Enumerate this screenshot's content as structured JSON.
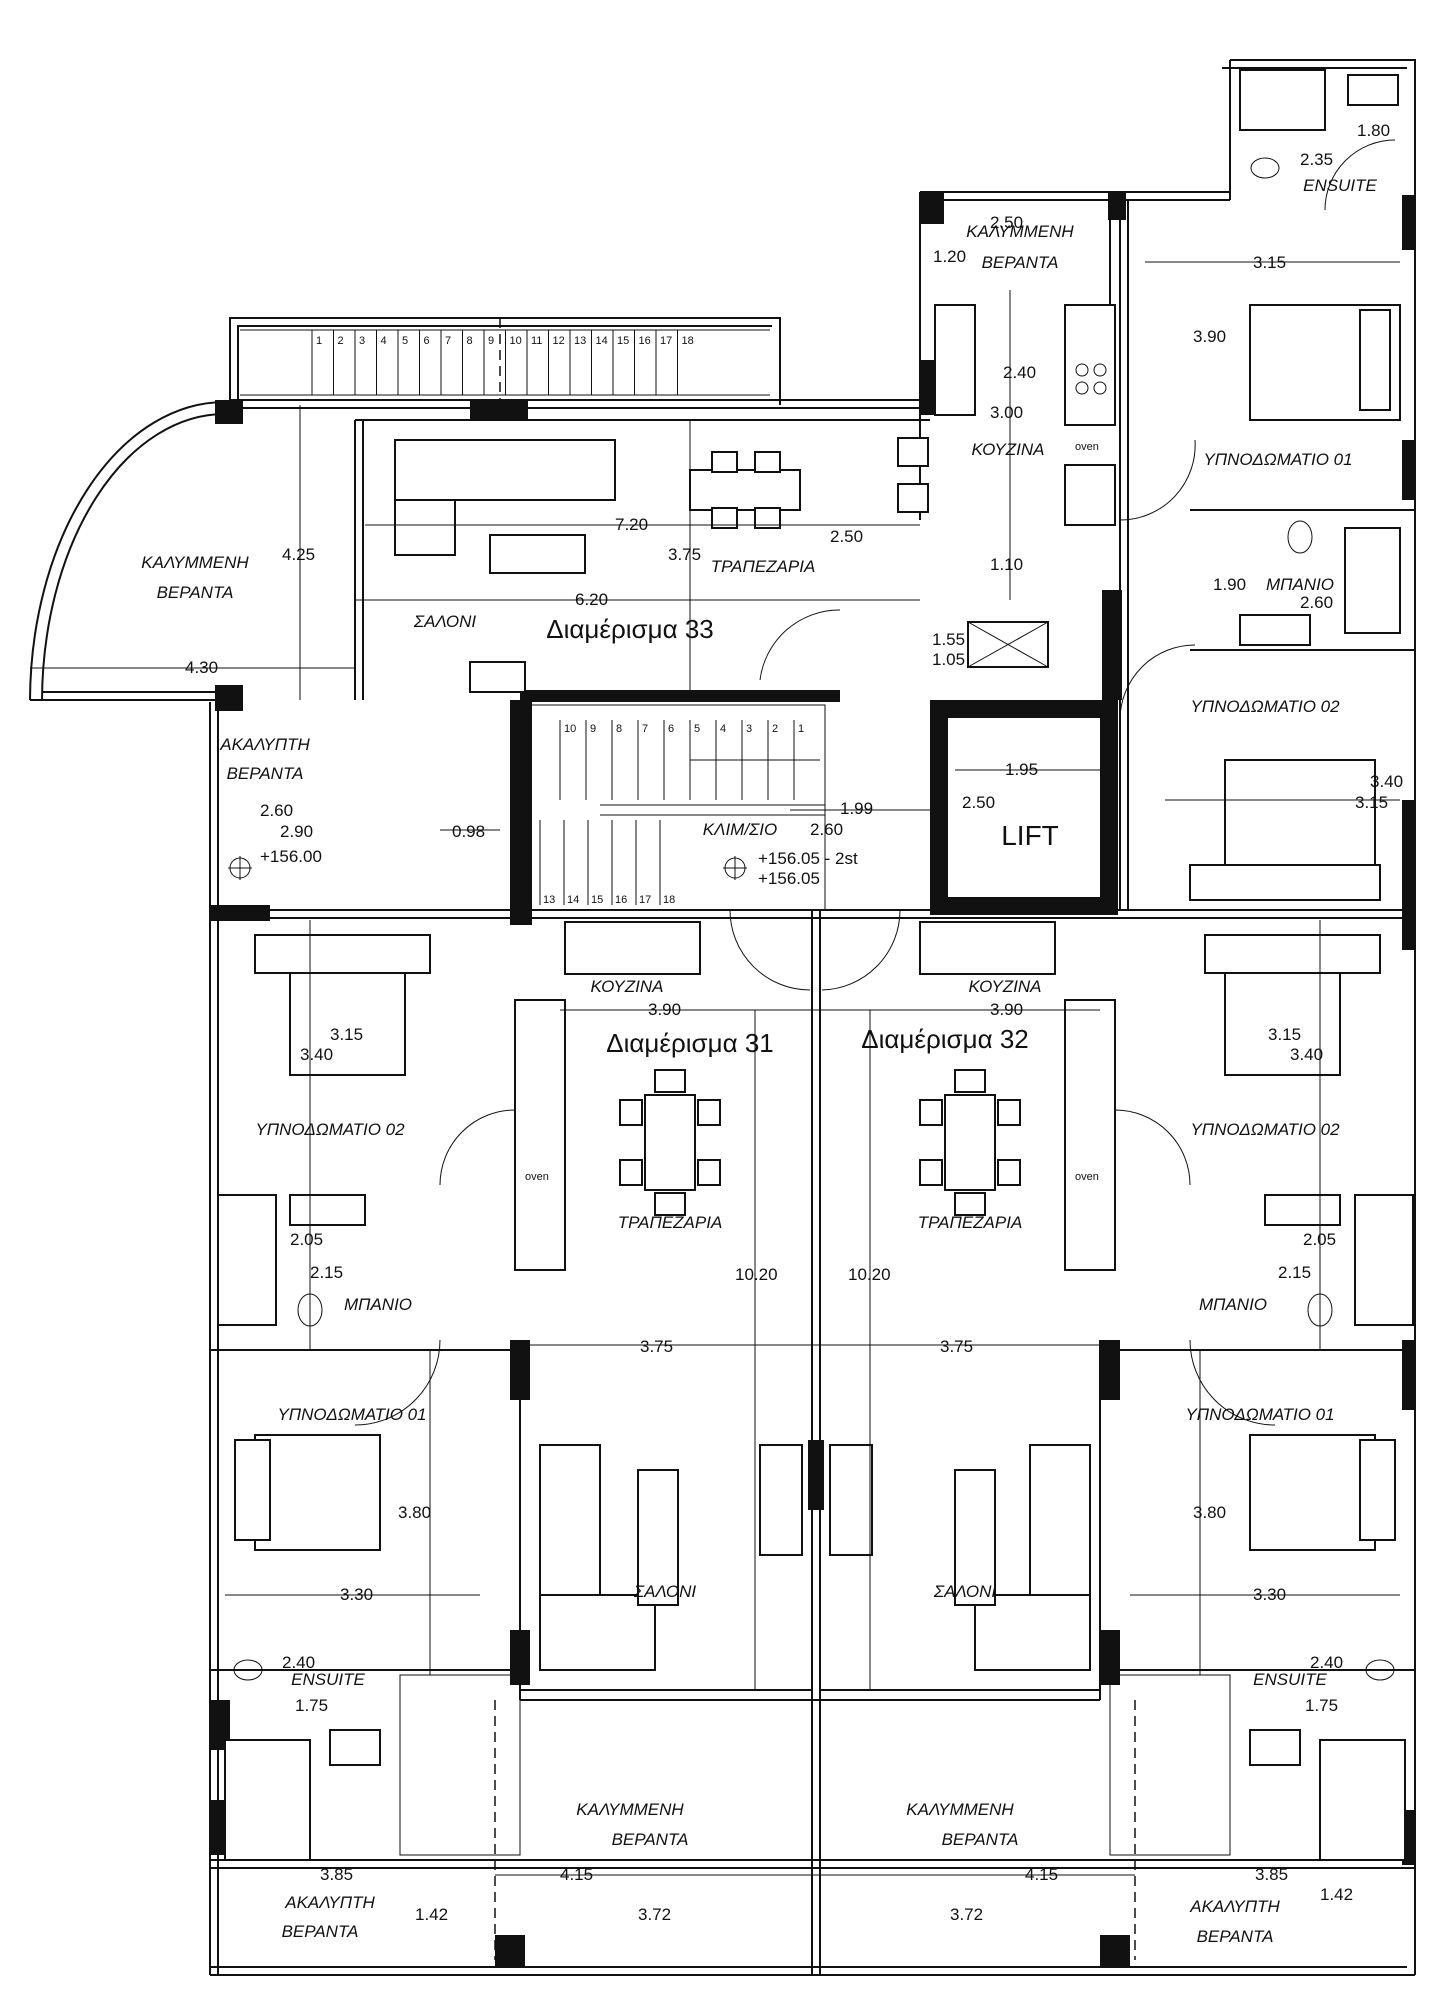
{
  "apartments": {
    "apt33": "Διαμέρισμα 33",
    "apt31": "Διαμέρισμα 31",
    "apt32": "Διαμέρισμα 32"
  },
  "rooms": {
    "covered_veranda_left": [
      "ΚΑΛΥΜΜΕΝΗ",
      "ΒΕΡΑΝΤΑ"
    ],
    "covered_veranda_top": [
      "ΚΑΛΥΜΜΕΝΗ",
      "ΒΕΡΑΝΤΑ"
    ],
    "covered_veranda_b31": [
      "ΚΑΛΥΜΜΕΝΗ",
      "ΒΕΡΑΝΤΑ"
    ],
    "covered_veranda_b32": [
      "ΚΑΛΥΜΜΕΝΗ",
      "ΒΕΡΑΝΤΑ"
    ],
    "open_veranda_left": [
      "ΑΚΑΛΥΠΤΗ",
      "ΒΕΡΑΝΤΑ"
    ],
    "open_veranda_bl": [
      "ΑΚΑΛΥΠΤΗ",
      "ΒΕΡΑΝΤΑ"
    ],
    "open_veranda_br": [
      "ΑΚΑΛΥΠΤΗ",
      "ΒΕΡΑΝΤΑ"
    ],
    "saloni_33": "ΣΑΛΟΝΙ",
    "trapezaria_33": "ΤΡΑΠΕΖΑΡΙΑ",
    "kouzina_33": "ΚΟΥΖΙΝΑ",
    "ensuite_33": "ENSUITE",
    "bed01_33": "ΥΠΝΟΔΩΜΑΤΙΟ 01",
    "bath_33": "ΜΠΑΝΙΟ",
    "bed02_33": "ΥΠΝΟΔΩΜΑΤΙΟ 02",
    "stair": "ΚΛΙΜ/ΣΙΟ",
    "lift": "LIFT",
    "kouzina_31": "ΚΟΥΖΙΝΑ",
    "kouzina_32": "ΚΟΥΖΙΝΑ",
    "bed02_31": "ΥΠΝΟΔΩΜΑΤΙΟ 02",
    "bed02_32": "ΥΠΝΟΔΩΜΑΤΙΟ 02",
    "trapezaria_31": "ΤΡΑΠΕΖΑΡΙΑ",
    "trapezaria_32": "ΤΡΑΠΕΖΑΡΙΑ",
    "bath_31": "ΜΠΑΝΙΟ",
    "bath_32": "ΜΠΑΝΙΟ",
    "bed01_31": "ΥΠΝΟΔΩΜΑΤΙΟ 01",
    "bed01_32": "ΥΠΝΟΔΩΜΑΤΙΟ 01",
    "saloni_31": "ΣΑΛΟΝΙ",
    "saloni_32": "ΣΑΛΟΝΙ",
    "ensuite_31": "ENSUITE",
    "ensuite_32": "ENSUITE"
  },
  "dimensions": {
    "d_180": "1.80",
    "d_235": "2.35",
    "d_250_top": "2.50",
    "d_120": "1.20",
    "d_315_bed01_33": "3.15",
    "d_390_bed01_33": "3.90",
    "d_240_k33": "2.40",
    "d_300_k33": "3.00",
    "d_720": "7.20",
    "d_425": "4.25",
    "d_375_33": "3.75",
    "d_250_33": "2.50",
    "d_110": "1.10",
    "d_190": "1.90",
    "d_260_bath33": "2.60",
    "d_620": "6.20",
    "d_430": "4.30",
    "d_155": "1.55",
    "d_105": "1.05",
    "d_340_bed02_33": "3.40",
    "d_315_bed02_33": "3.15",
    "d_195": "1.95",
    "d_250_lift": "2.50",
    "d_199": "1.99",
    "d_260_stair": "2.60",
    "d_260_ver": "2.60",
    "d_290": "2.90",
    "d_098": "0.98",
    "level_156_00": "+156.00",
    "level_156_05": "+156.05 - 2st",
    "level_156_b": "+156.05",
    "d_390_31": "3.90",
    "d_390_32": "3.90",
    "d_315_bed02_31": "3.15",
    "d_340_bed02_31": "3.40",
    "d_315_bed02_32": "3.15",
    "d_340_bed02_32": "3.40",
    "d_205_31": "2.05",
    "d_215_31": "2.15",
    "d_205_32": "2.05",
    "d_215_32": "2.15",
    "d_1020_31": "10.20",
    "d_1020_32": "10.20",
    "d_375_31": "3.75",
    "d_375_32": "3.75",
    "d_380_31": "3.80",
    "d_330_31": "3.30",
    "d_380_32": "3.80",
    "d_330_32": "3.30",
    "d_240_31": "2.40",
    "d_175_31": "1.75",
    "d_240_32": "2.40",
    "d_175_32": "1.75",
    "d_385_31": "3.85",
    "d_415_31": "4.15",
    "d_142_31": "1.42",
    "d_372_31": "3.72",
    "d_385_32": "3.85",
    "d_415_32": "4.15",
    "d_142_32": "1.42",
    "d_372_32": "3.72"
  },
  "stair_numbers_top": [
    "1",
    "2",
    "3",
    "4",
    "5",
    "6",
    "7",
    "8",
    "9",
    "10",
    "11",
    "12",
    "13",
    "14",
    "15",
    "16",
    "17",
    "18"
  ],
  "stair_numbers_core": [
    "10",
    "9",
    "8",
    "7",
    "6",
    "5",
    "4",
    "3",
    "2",
    "1"
  ],
  "stair_numbers_core_b": [
    "13",
    "14",
    "15",
    "16",
    "17",
    "18"
  ],
  "fixture_labels": {
    "oven": "oven"
  }
}
